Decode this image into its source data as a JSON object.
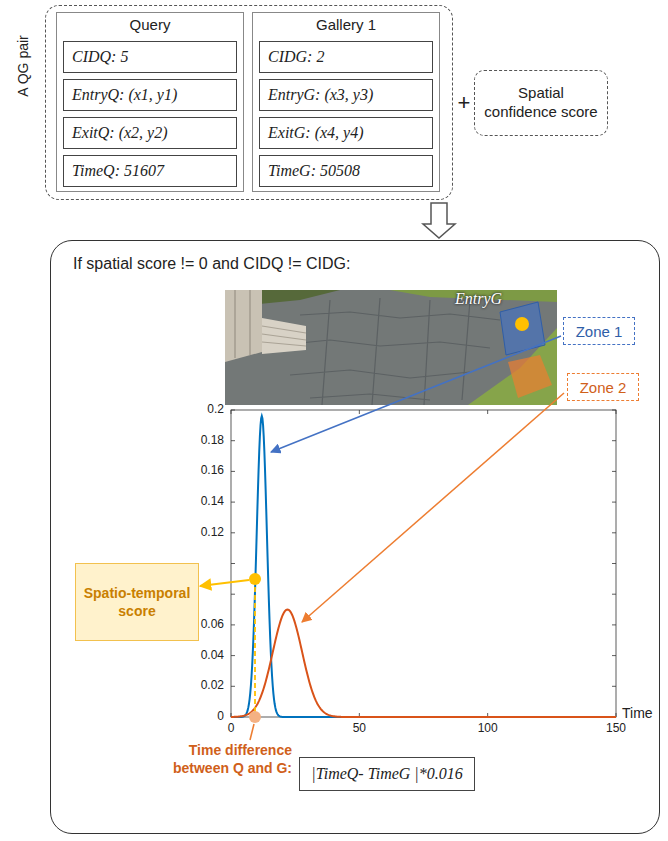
{
  "diagram": {
    "nodes": [
      {
        "text": [
          "A QG pair"
        ]
      },
      {
        "text": [
          "Query"
        ],
        "in": 0
      },
      {
        "text": [
          "CIDQ: 5"
        ],
        "in": 1
      },
      {
        "text": [
          "EntryQ: (x1, y1)"
        ],
        "in": 1
      },
      {
        "text": [
          "ExitQ: (x2, y2)"
        ],
        "in": 1
      },
      {
        "text": [
          "TimeQ: 51607"
        ],
        "in": 1
      },
      {
        "text": [
          "Gallery 1"
        ],
        "in": 0
      },
      {
        "text": [
          "CIDG: 2"
        ],
        "in": 6
      },
      {
        "text": [
          "EntryG: (x3, y3)"
        ],
        "in": 6
      },
      {
        "text": [
          "ExitG: (x4, y4)"
        ],
        "in": 6
      },
      {
        "text": [
          "TimeG: 50508"
        ],
        "in": 6
      },
      {
        "text": [
          "Spatial confidence score"
        ]
      },
      {
        "text": [
          "If spatial score != 0 and CIDQ != CIDG:"
        ]
      },
      {
        "text": [
          "Zone 1"
        ],
        "in": 12
      },
      {
        "text": [
          "Zone 2"
        ],
        "in": 12
      },
      {
        "text": [
          "Spatio-temporal score"
        ],
        "in": 12
      },
      {
        "text": [
          "|TimeQ- TimeG |*0.016"
        ],
        "in": 12
      }
    ],
    "edges": [
      {
        "from": 0,
        "to": 12,
        "arrow": "to"
      }
    ],
    "labels": [
      "+",
      "EntryG",
      "Time difference between Q and G:",
      "0.2",
      "0.18",
      "0.16",
      "0.14",
      "0.12",
      "0.06",
      "0.04",
      "0.02",
      "0",
      "0",
      "50",
      "100",
      "150",
      "Time"
    ]
  }
}
